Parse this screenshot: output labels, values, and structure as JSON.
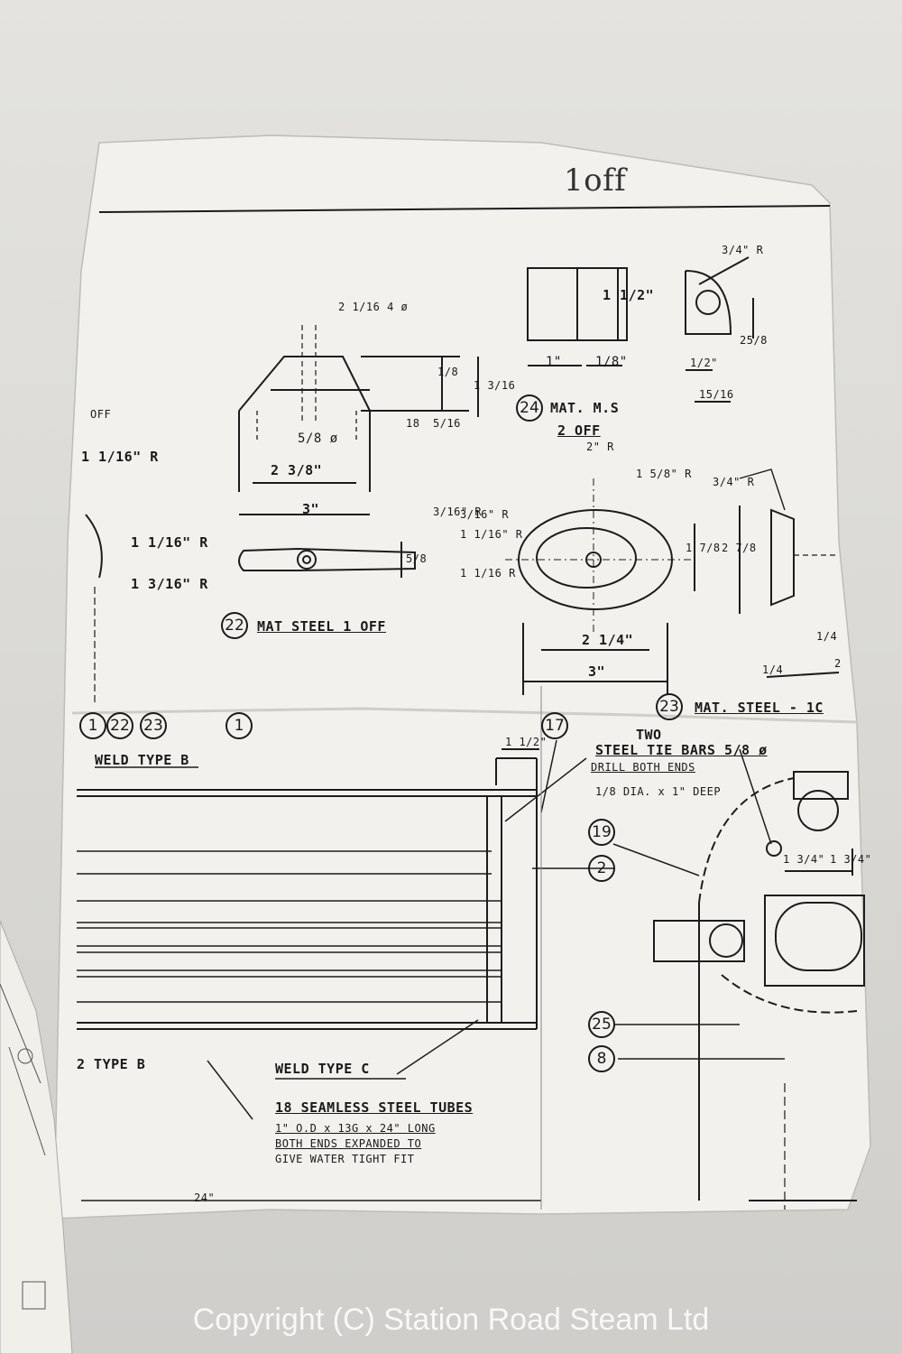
{
  "header": {
    "handwritten_qty": "1off"
  },
  "part22": {
    "balloon": "22",
    "note": "MAT STEEL  1 OFF",
    "dims": [
      "2 1/16 4 ø",
      "5/8 ø",
      "2 3/8\"",
      "3\"",
      "1/8",
      "1 3/16",
      "18",
      "5/16",
      "3/16\" R",
      "5/8"
    ]
  },
  "part24": {
    "balloon": "24",
    "note1": "MAT. M.S",
    "note2": "2 OFF",
    "dims": [
      "1 1/2\"",
      "1\"",
      "1/8\"",
      "3/4\" R",
      "25/8",
      "1/2\"",
      "15/16"
    ]
  },
  "part23": {
    "balloon": "23",
    "note": "MAT. STEEL - 1C",
    "dims": [
      "2\" R",
      "1 5/8\" R",
      "3/4\" R",
      "3/16\" R",
      "1 1/16\" R",
      "1 1/16 R",
      "1 7/8",
      "2 7/8",
      "2 1/4\"",
      "3\"",
      "1/4",
      "1/4",
      "2"
    ]
  },
  "left_fragments": [
    "OFF",
    "1 1/16\" R",
    "1 1/16\" R",
    "1 3/16\" R",
    "2 TYPE B"
  ],
  "assembly": {
    "balloons": [
      "1",
      "22",
      "23",
      "1",
      "17",
      "19",
      "2",
      "25",
      "8"
    ],
    "weld_b": "WELD TYPE B",
    "weld_c": "WELD TYPE C",
    "dim_1_half": "1 1/2\"",
    "tie_bars": [
      "TWO",
      "STEEL TIE BARS  5/8 ø",
      "DRILL BOTH ENDS",
      "1/8 DIA. x 1\" DEEP"
    ],
    "tubes_note": [
      "18 SEAMLESS STEEL TUBES",
      "1\" O.D x 13G x 24\" LONG",
      "BOTH ENDS  EXPANDED TO",
      "GIVE WATER TIGHT FIT"
    ],
    "length": "24\"",
    "dims_right": [
      "1 3/4\"",
      "1 3/4\""
    ]
  },
  "watermark": "Copyright (C) Station Road Steam Ltd"
}
